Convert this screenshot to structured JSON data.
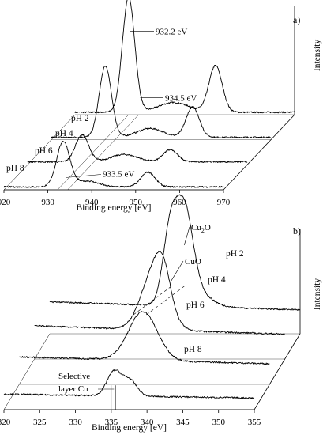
{
  "chart_data": [
    {
      "type": "line",
      "panel_label": "a)",
      "xlabel": "Binding energy [eV]",
      "ylabel": "Intensity",
      "xlim": [
        920,
        970
      ],
      "xticks": [
        920,
        930,
        940,
        950,
        960,
        970
      ],
      "series": [
        {
          "name": "pH 8",
          "peaks": [
            {
              "x": 933.5,
              "y": 0.92,
              "w": 1.5
            },
            {
              "x": 939.0,
              "y": 0.12,
              "w": 2.5
            },
            {
              "x": 952.8,
              "y": 0.3,
              "w": 1.6
            }
          ]
        },
        {
          "name": "pH 6",
          "peaks": [
            {
              "x": 932.4,
              "y": 0.55,
              "w": 1.5
            },
            {
              "x": 942.0,
              "y": 0.15,
              "w": 3.0
            },
            {
              "x": 952.5,
              "y": 0.25,
              "w": 1.6
            }
          ]
        },
        {
          "name": "pH 4",
          "peaks": [
            {
              "x": 932.3,
              "y": 1.45,
              "w": 1.4
            },
            {
              "x": 942.5,
              "y": 0.18,
              "w": 3.0
            },
            {
              "x": 952.2,
              "y": 0.62,
              "w": 1.5
            }
          ]
        },
        {
          "name": "pH 2",
          "peaks": [
            {
              "x": 932.2,
              "y": 2.35,
              "w": 1.4
            },
            {
              "x": 942.5,
              "y": 0.2,
              "w": 3.5
            },
            {
              "x": 952.0,
              "y": 0.95,
              "w": 1.5
            }
          ]
        }
      ],
      "annotations": [
        {
          "text": "932.2 eV",
          "x": 932.2
        },
        {
          "text": "934.5 eV",
          "x": 934.5
        },
        {
          "text": "933.5 eV",
          "x": 933.5
        }
      ]
    },
    {
      "type": "line",
      "panel_label": "b)",
      "xlabel": "Binding energy [eV]",
      "ylabel": "Intensity",
      "xlim": [
        320,
        355
      ],
      "xticks": [
        320,
        325,
        330,
        335,
        340,
        345,
        350,
        355
      ],
      "series": [
        {
          "name": "pH 8",
          "peaks": [
            {
              "x": 335.4,
              "y": 0.55,
              "w": 1.0
            },
            {
              "x": 337.6,
              "y": 0.35,
              "w": 1.0
            }
          ]
        },
        {
          "name": "pH 6",
          "peaks": [
            {
              "x": 337.3,
              "y": 1.1,
              "w": 2.0
            }
          ]
        },
        {
          "name": "pH 4",
          "peaks": [
            {
              "x": 336.8,
              "y": 1.35,
              "w": 1.8
            },
            {
              "x": 338.0,
              "y": 0.6,
              "w": 1.0
            }
          ]
        },
        {
          "name": "pH 2",
          "peaks": [
            {
              "x": 336.8,
              "y": 1.55,
              "w": 1.0
            },
            {
              "x": 338.8,
              "y": 2.0,
              "w": 1.2
            },
            {
              "x": 340.5,
              "y": 0.3,
              "w": 2.0
            }
          ]
        }
      ],
      "annotations": [
        {
          "text": "Cu",
          "sub": "2",
          "tail": "O",
          "x": 338.8
        },
        {
          "text": "CuO",
          "x": 337.0
        },
        {
          "text": "Selective",
          "x": 335.0
        },
        {
          "text": "layer Cu",
          "x": 335.0
        }
      ]
    }
  ]
}
